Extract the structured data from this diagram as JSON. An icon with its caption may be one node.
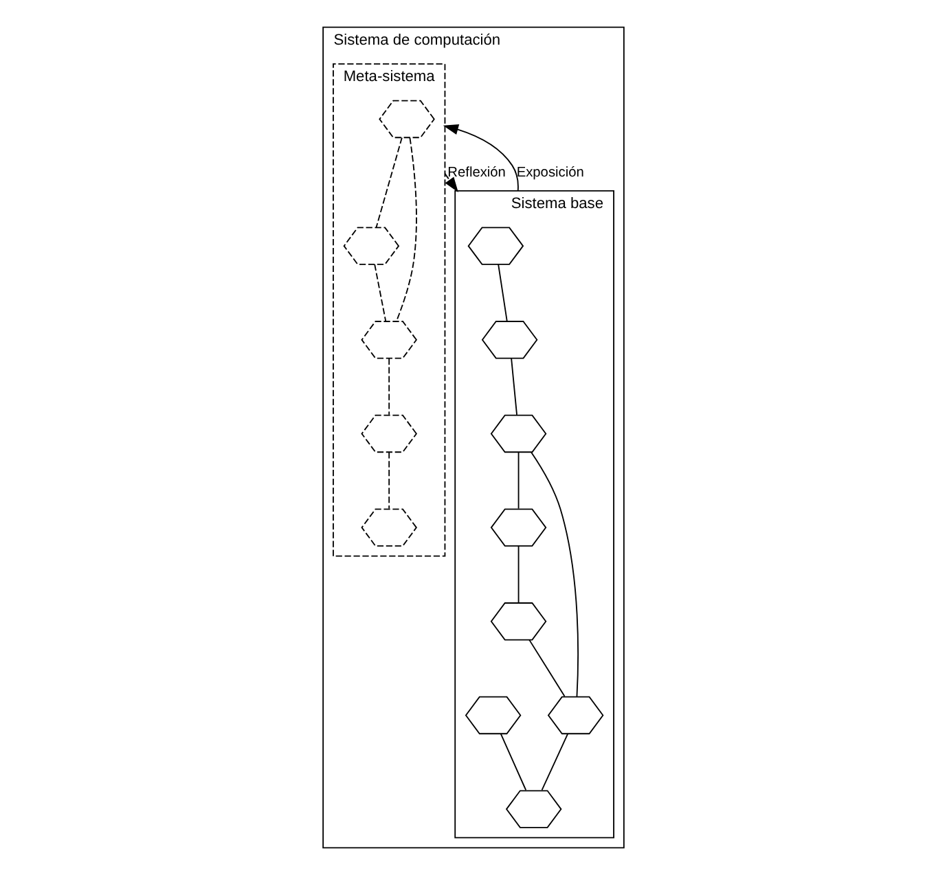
{
  "diagram": {
    "nodes": [
      {
        "text": [
          "Sistema de computación"
        ]
      },
      {
        "text": [
          "Meta-sistema"
        ],
        "in": 0
      },
      {
        "text": [],
        "shape": "hexagon",
        "in": 1
      },
      {
        "text": [],
        "shape": "hexagon",
        "in": 1
      },
      {
        "text": [],
        "shape": "hexagon",
        "in": 1
      },
      {
        "text": [],
        "shape": "hexagon",
        "in": 1
      },
      {
        "text": [],
        "shape": "hexagon",
        "in": 1
      },
      {
        "text": [
          "Sistema base"
        ],
        "in": 0
      },
      {
        "text": [],
        "shape": "hexagon",
        "in": 7
      },
      {
        "text": [],
        "shape": "hexagon",
        "in": 7
      },
      {
        "text": [],
        "shape": "hexagon",
        "in": 7
      },
      {
        "text": [],
        "shape": "hexagon",
        "in": 7
      },
      {
        "text": [],
        "shape": "hexagon",
        "in": 7
      },
      {
        "text": [],
        "shape": "hexagon",
        "in": 7
      },
      {
        "text": [],
        "shape": "hexagon",
        "in": 7
      },
      {
        "text": [],
        "shape": "hexagon",
        "in": 7
      }
    ],
    "edges": [
      {
        "from": 2,
        "to": 3,
        "arrow": "none",
        "style": "dashed"
      },
      {
        "from": 3,
        "to": 4,
        "arrow": "none",
        "style": "dashed"
      },
      {
        "from": 2,
        "to": 4,
        "arrow": "none",
        "style": "dashed"
      },
      {
        "from": 4,
        "to": 5,
        "arrow": "none",
        "style": "dashed"
      },
      {
        "from": 5,
        "to": 6,
        "arrow": "none",
        "style": "dashed"
      },
      {
        "from": 8,
        "to": 9,
        "arrow": "none"
      },
      {
        "from": 9,
        "to": 10,
        "arrow": "none"
      },
      {
        "from": 10,
        "to": 11,
        "arrow": "none"
      },
      {
        "from": 11,
        "to": 12,
        "arrow": "none"
      },
      {
        "from": 12,
        "to": 14,
        "arrow": "none"
      },
      {
        "from": 10,
        "to": 14,
        "arrow": "none"
      },
      {
        "from": 14,
        "to": 15,
        "arrow": "none"
      },
      {
        "from": 13,
        "to": 15,
        "arrow": "none"
      },
      {
        "from": 1,
        "to": 7,
        "arrow": "to",
        "label": "Reflexión",
        "style": "dashed"
      },
      {
        "from": 7,
        "to": 1,
        "arrow": "to",
        "label": "Exposición"
      }
    ]
  }
}
